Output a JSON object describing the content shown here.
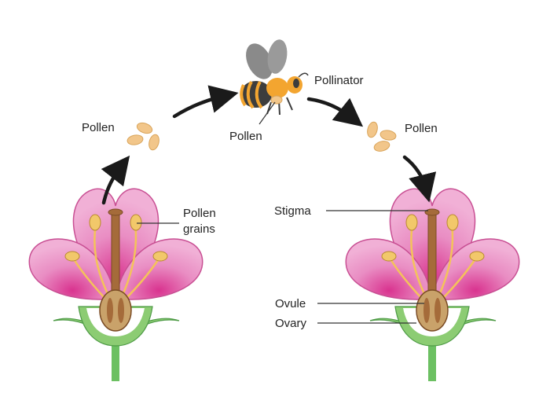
{
  "labels": {
    "pollen_left": "Pollen",
    "pollinator": "Pollinator",
    "pollen_on_bee": "Pollen",
    "pollen_right": "Pollen",
    "pollen_grains_line1": "Pollen",
    "pollen_grains_line2": "grains",
    "stigma": "Stigma",
    "ovule": "Ovule",
    "ovary": "Ovary"
  },
  "colors": {
    "petal": "#e98dc3",
    "petal_center": "#e0579f",
    "petal_outline": "#c84f93",
    "stem": "#6cc062",
    "leaf": "#8ccc73",
    "leaf_outline": "#4d9a45",
    "pistil": "#a56b3a",
    "ovary": "#c9a26a",
    "anther": "#f2c86a",
    "filament": "#f4c35a",
    "pollen": "#f2c68a",
    "arrow": "#1a1a1a",
    "bee_stripe": "#f3a530",
    "bee_body": "#3d3d3d",
    "bee_wing": "#8a8a8a"
  }
}
